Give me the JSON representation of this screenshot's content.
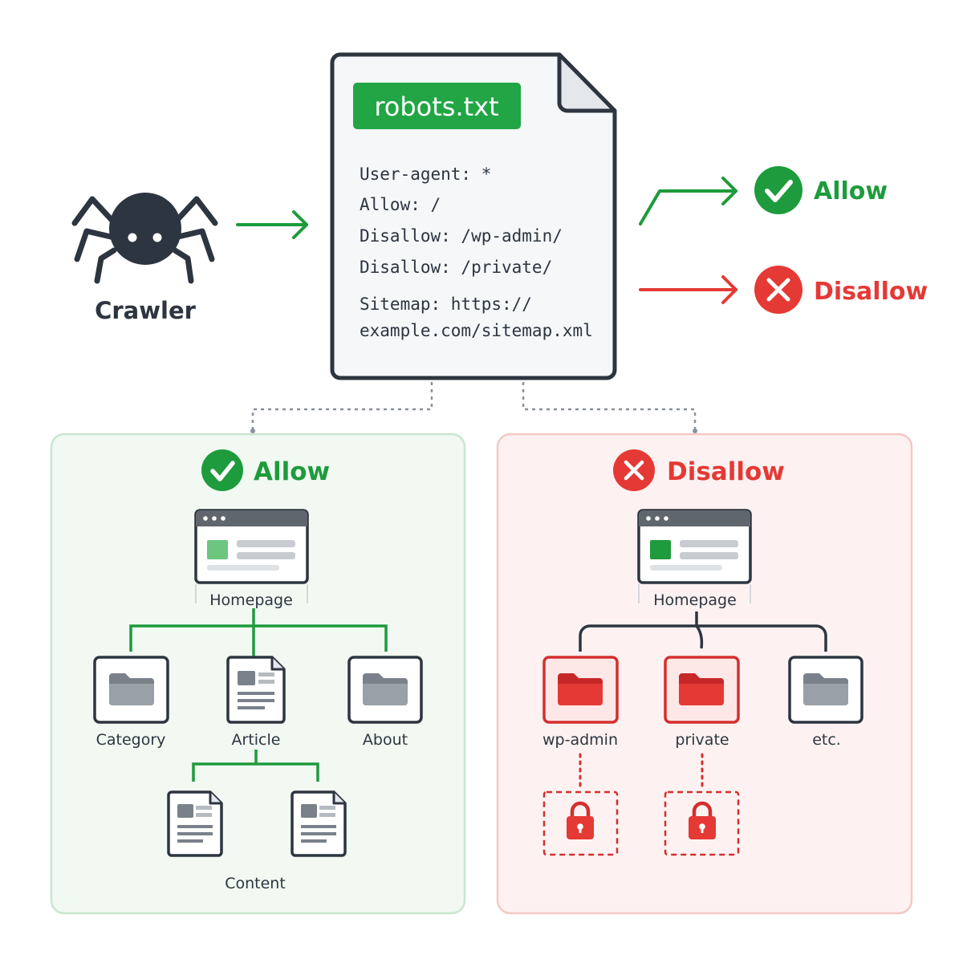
{
  "colors": {
    "green": "#1e9b3c",
    "red": "#e53935",
    "dark": "#2d3540",
    "gray_folder": "#7a818a"
  },
  "crawler": {
    "icon": "spider-icon",
    "label": "Crawler"
  },
  "robots_file": {
    "title": "robots.txt",
    "lines": [
      "User-agent: *",
      "Allow: /",
      "Disallow: /wp-admin/",
      "Disallow: /private/"
    ],
    "sitemap_lines": [
      "Sitemap: https://",
      "example.com/sitemap.xml"
    ]
  },
  "outcomes": {
    "allow_label": "Allow",
    "disallow_label": "Disallow"
  },
  "allow_panel": {
    "title": "Allow",
    "root": "Homepage",
    "children": [
      "Category",
      "Article",
      "About"
    ],
    "leaf_label": "Content"
  },
  "disallow_panel": {
    "title": "Disallow",
    "root": "Homepage",
    "children": [
      "wp-admin",
      "private",
      "etc."
    ],
    "locked_icon": "lock-icon"
  }
}
